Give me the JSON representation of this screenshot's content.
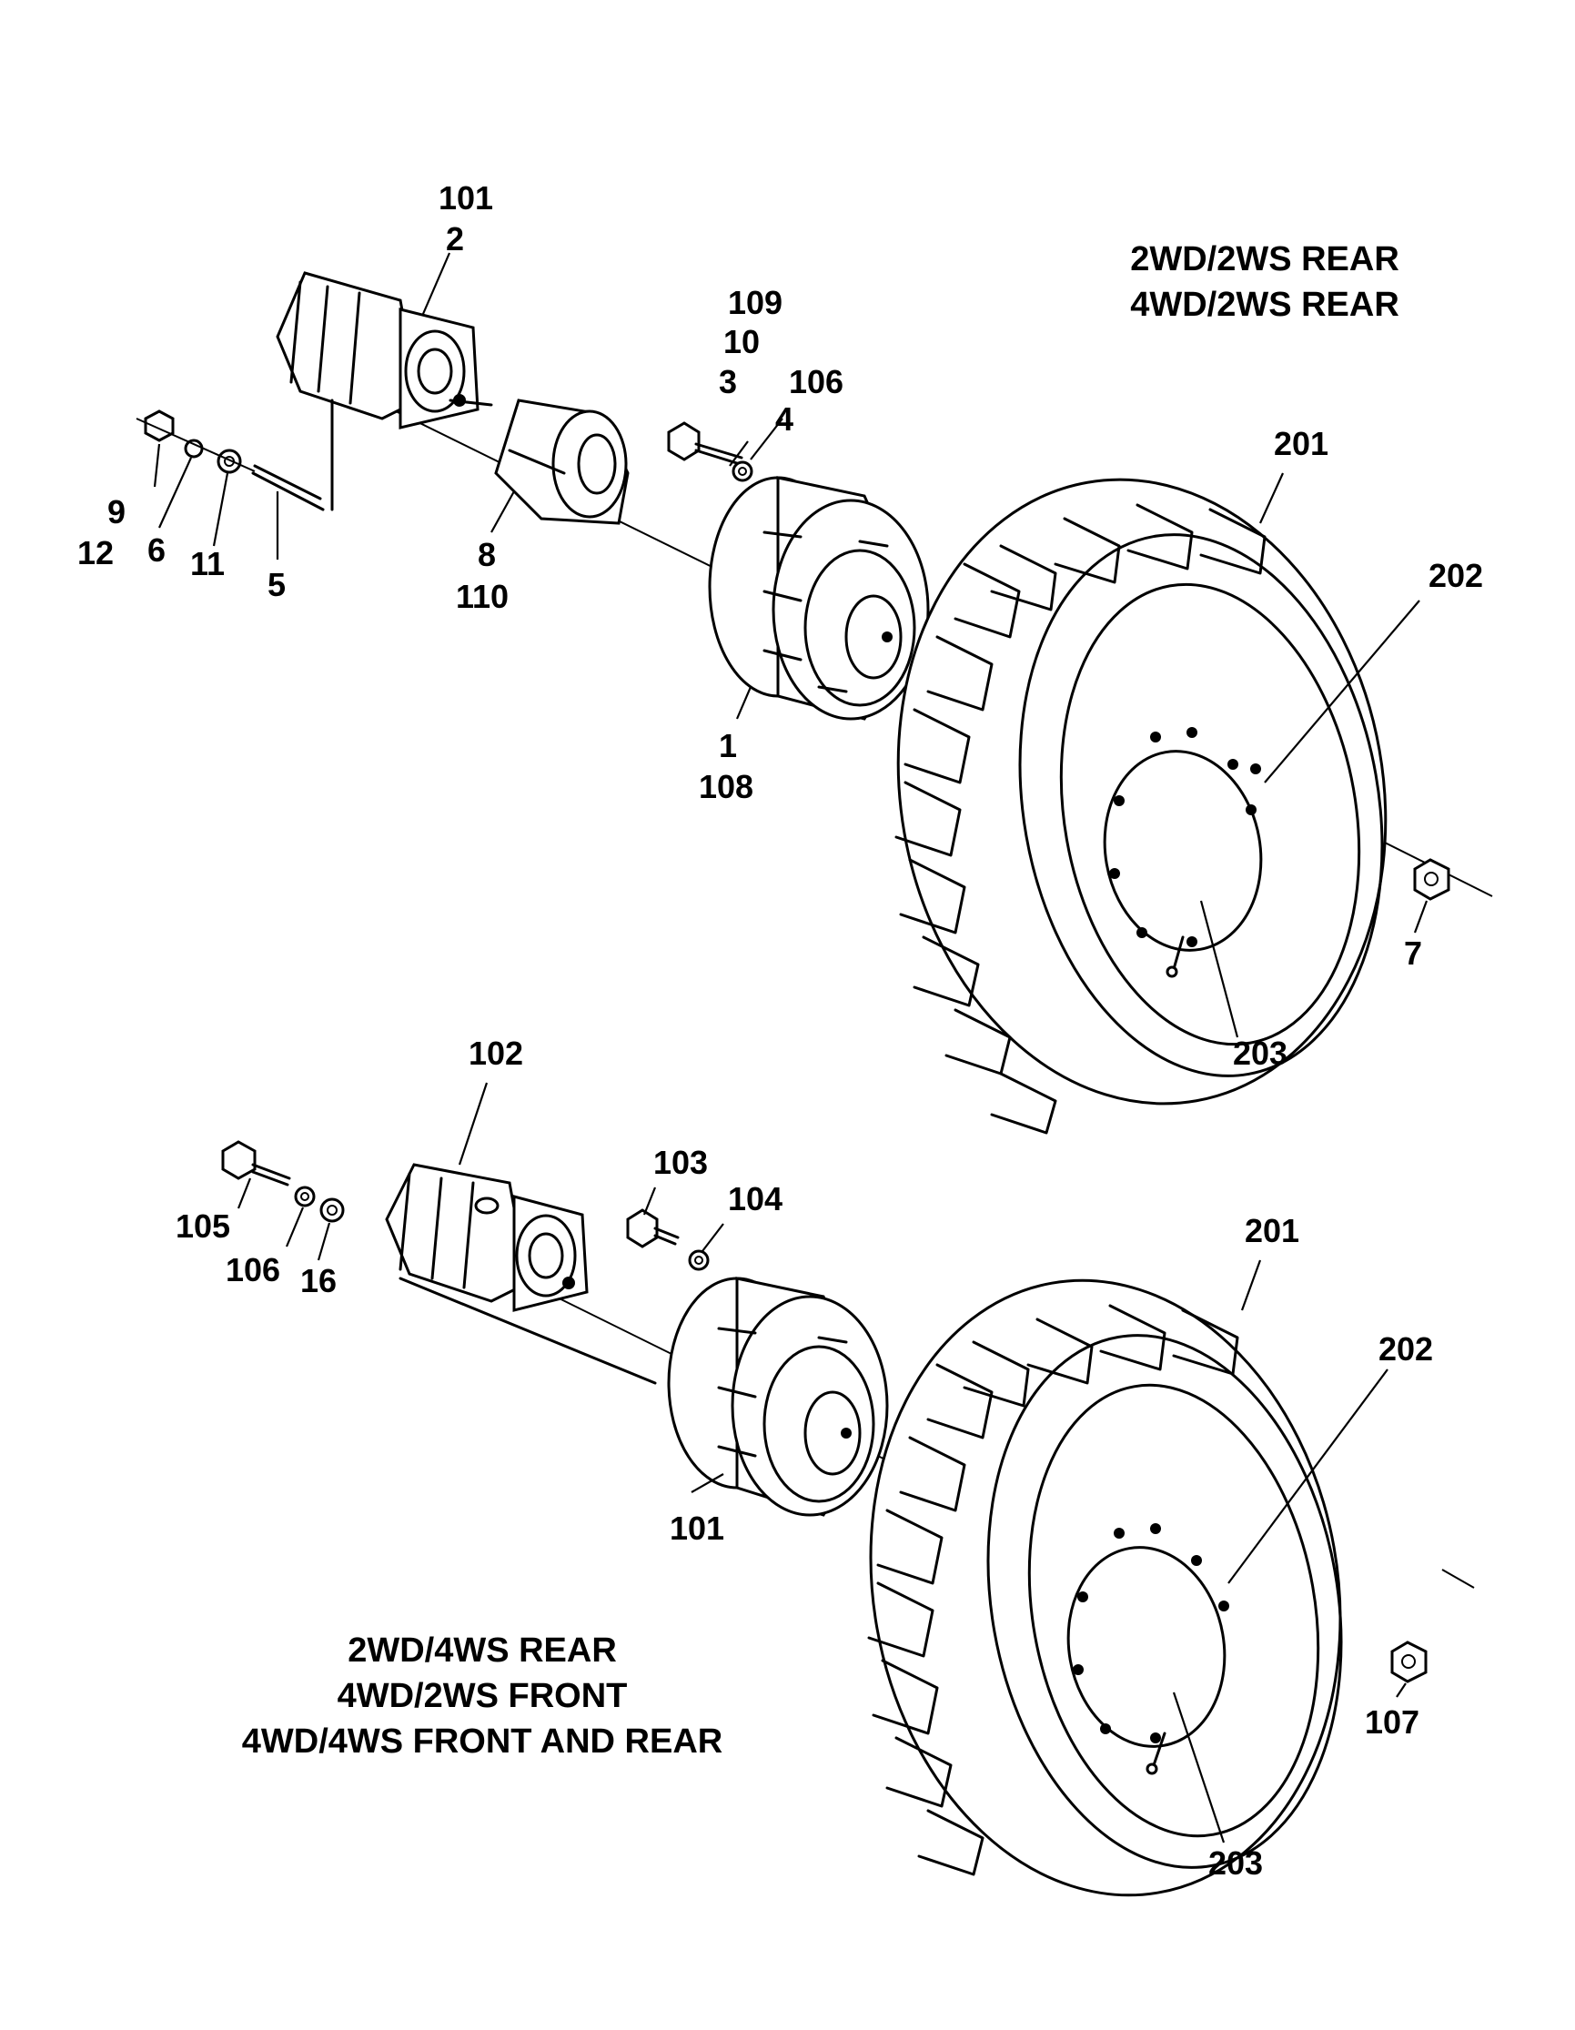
{
  "top_assembly": {
    "caption": [
      "2WD/2WS REAR",
      "4WD/2WS REAR"
    ],
    "labels": {
      "motor_101": "101",
      "motor_2": "2",
      "bolt_109": "109",
      "bolt_10": "10",
      "bolt_3": "3",
      "washer_106": "106",
      "washer_4": "4",
      "tire_201": "201",
      "rim_202": "202",
      "valve_203": "203",
      "nut_7": "7",
      "nut_9": "9",
      "nut_12": "12",
      "washer_6": "6",
      "washer_11": "11",
      "stud_5": "5",
      "brake_8": "8",
      "brake_110": "110",
      "hub_1": "1",
      "hub_108": "108"
    }
  },
  "bottom_assembly": {
    "caption": [
      "2WD/4WS REAR",
      "4WD/2WS FRONT",
      "4WD/4WS FRONT AND REAR"
    ],
    "labels": {
      "motor_102": "102",
      "bolt_105": "105",
      "washer_106": "106",
      "washer_16": "16",
      "bolt_103": "103",
      "washer_104": "104",
      "hub_101": "101",
      "tire_201": "201",
      "rim_202": "202",
      "valve_203": "203",
      "nut_107": "107"
    }
  }
}
